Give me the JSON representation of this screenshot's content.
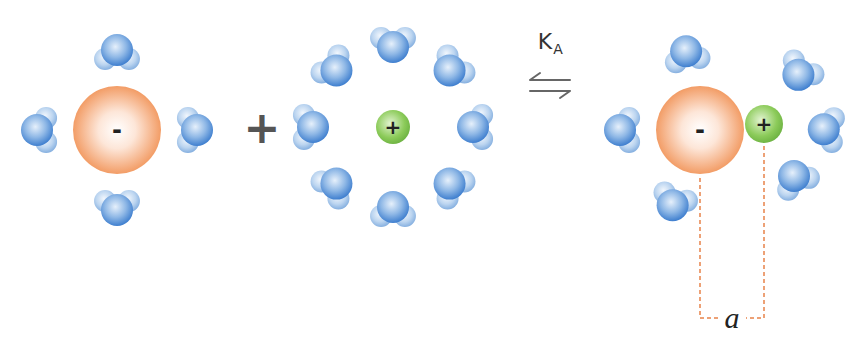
{
  "diagram": {
    "nodes": [
      {
        "text": [
          "-"
        ]
      },
      {
        "text": [
          "+"
        ]
      },
      {
        "text": [
          "-"
        ]
      },
      {
        "text": [
          "+"
        ]
      }
    ],
    "labels": [
      "+",
      "K",
      "A",
      "a"
    ]
  }
}
